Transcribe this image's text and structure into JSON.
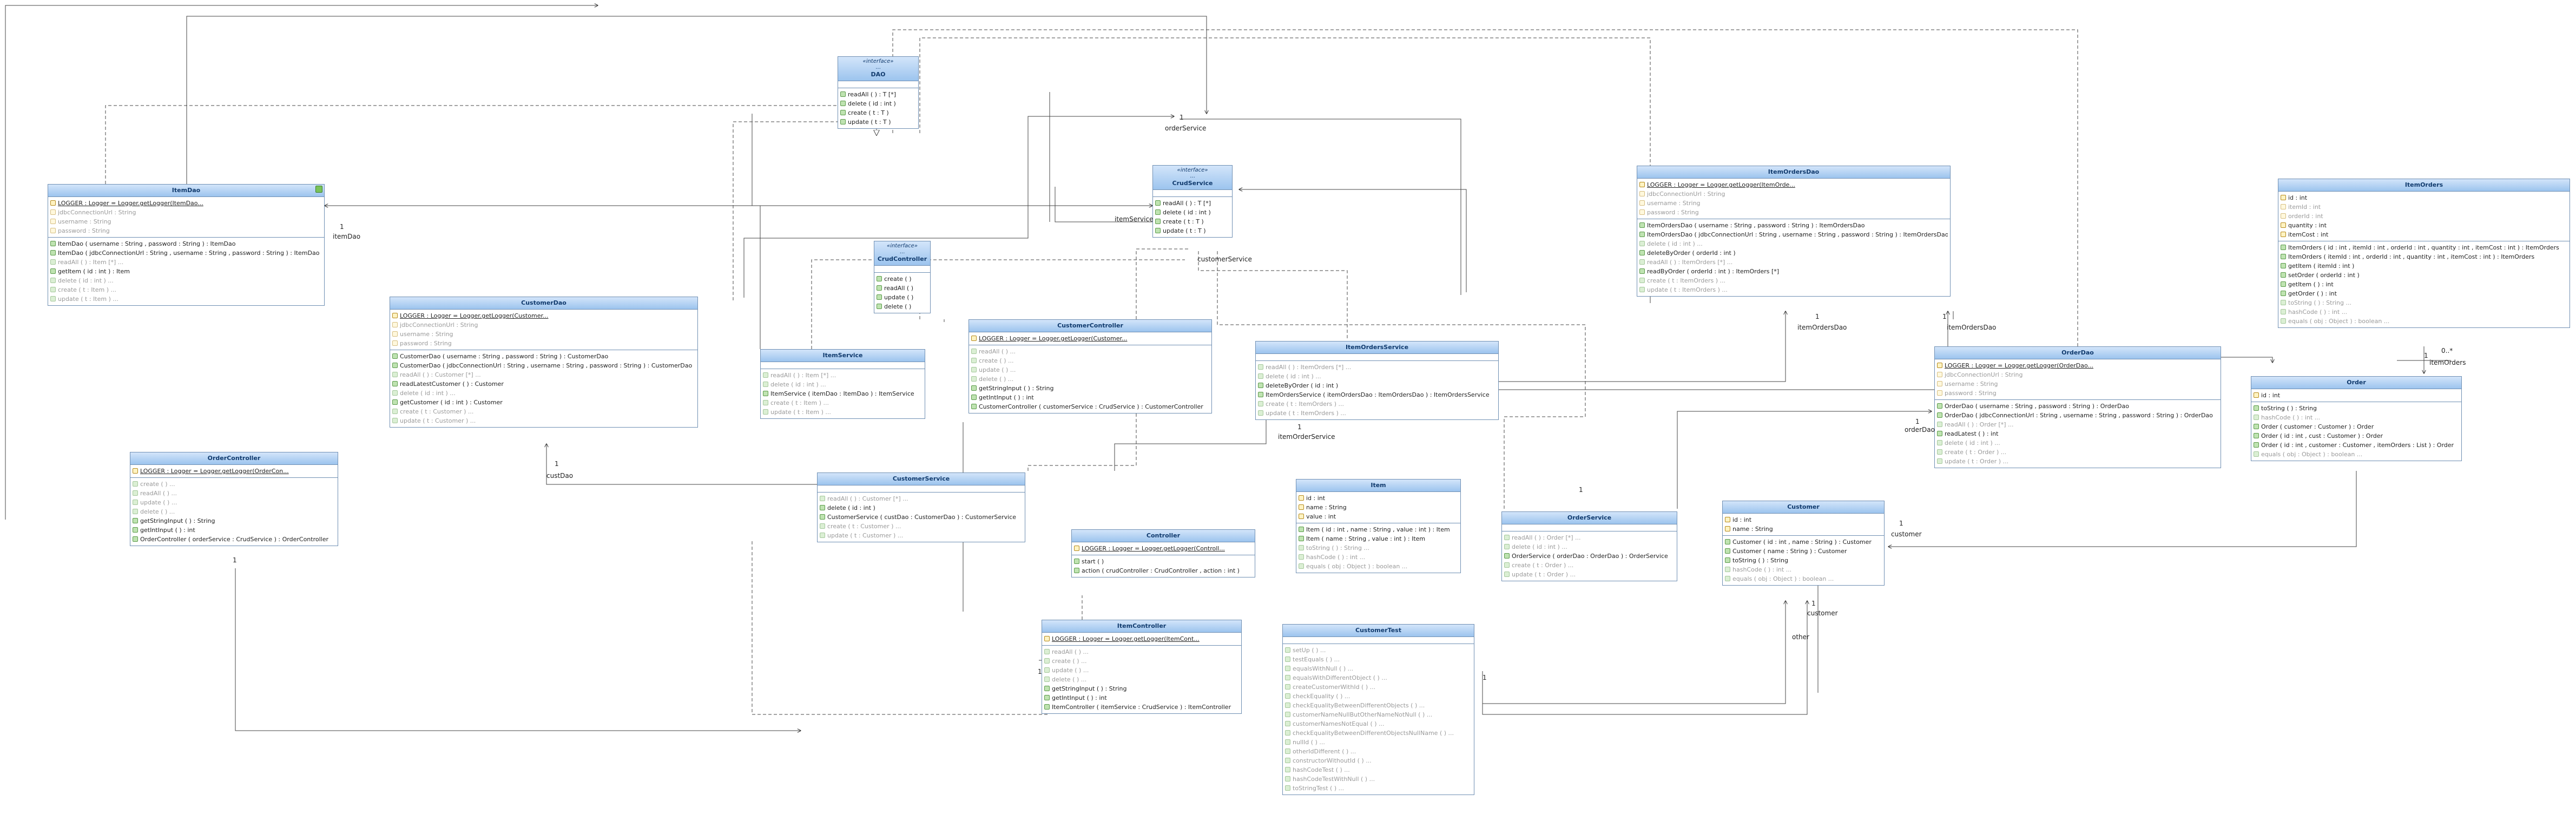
{
  "classes": {
    "dao": {
      "stereotype": "«interface»",
      "dots": "...",
      "name": "DAO",
      "attrs": [],
      "methods": [
        {
          "t": "readAll ( ) : T [*]",
          "d": false
        },
        {
          "t": "delete ( id : int )",
          "d": false
        },
        {
          "t": "create ( t : T )",
          "d": false
        },
        {
          "t": "update ( t : T )",
          "d": false
        }
      ]
    },
    "crudservice": {
      "stereotype": "«interface»",
      "dots": "...",
      "name": "CrudService",
      "attrs": [],
      "methods": [
        {
          "t": "readAll ( ) : T [*]",
          "d": false
        },
        {
          "t": "delete ( id : int )",
          "d": false
        },
        {
          "t": "create ( t : T )",
          "d": false
        },
        {
          "t": "update ( t : T )",
          "d": false
        }
      ]
    },
    "crudcontroller": {
      "stereotype": "«interface»",
      "dots": "...",
      "name": "CrudController",
      "attrs": [],
      "methods": [
        {
          "t": "create ( )",
          "d": false
        },
        {
          "t": "readAll ( )",
          "d": false
        },
        {
          "t": "update ( )",
          "d": false
        },
        {
          "t": "delete ( )",
          "d": false
        }
      ]
    },
    "itemdao": {
      "stereotype": "",
      "dots": "",
      "name": "ItemDao",
      "attrs": [
        {
          "t": "LOGGER : Logger = Logger.getLogger(ItemDao...",
          "d": false,
          "s": true
        },
        {
          "t": "jdbcConnectionUrl : String",
          "d": true
        },
        {
          "t": "username : String",
          "d": true
        },
        {
          "t": "password : String",
          "d": true
        }
      ],
      "methods": [
        {
          "t": "ItemDao ( username : String , password : String ) : ItemDao",
          "d": false
        },
        {
          "t": "ItemDao ( jdbcConnectionUrl : String , username : String , password : String ) : ItemDao",
          "d": false
        },
        {
          "t": "readAll ( ) : Item [*] ...",
          "d": true
        },
        {
          "t": "getItem ( id : int ) : Item",
          "d": false
        },
        {
          "t": "delete ( id : int ) ...",
          "d": true
        },
        {
          "t": "create ( t : Item ) ...",
          "d": true
        },
        {
          "t": "update ( t : Item ) ...",
          "d": true
        }
      ]
    },
    "customerdao": {
      "stereotype": "",
      "dots": "",
      "name": "CustomerDao",
      "attrs": [
        {
          "t": "LOGGER : Logger = Logger.getLogger(Customer...",
          "d": false,
          "s": true
        },
        {
          "t": "jdbcConnectionUrl : String",
          "d": true
        },
        {
          "t": "username : String",
          "d": true
        },
        {
          "t": "password : String",
          "d": true
        }
      ],
      "methods": [
        {
          "t": "CustomerDao ( username : String , password : String ) : CustomerDao",
          "d": false
        },
        {
          "t": "CustomerDao ( jdbcConnectionUrl : String , username : String , password : String ) : CustomerDao",
          "d": false
        },
        {
          "t": "readAll ( ) : Customer [*] ...",
          "d": true
        },
        {
          "t": "readLatestCustomer ( ) : Customer",
          "d": false
        },
        {
          "t": "delete ( id : int ) ...",
          "d": true
        },
        {
          "t": "getCustomer ( id : int ) : Customer",
          "d": false
        },
        {
          "t": "create ( t : Customer ) ...",
          "d": true
        },
        {
          "t": "update ( t : Customer ) ...",
          "d": true
        }
      ]
    },
    "ordercontroller": {
      "stereotype": "",
      "dots": "",
      "name": "OrderController",
      "attrs": [
        {
          "t": "LOGGER : Logger = Logger.getLogger(OrderCon...",
          "d": false,
          "s": true
        }
      ],
      "methods": [
        {
          "t": "create ( ) ...",
          "d": true
        },
        {
          "t": "readAll ( ) ...",
          "d": true
        },
        {
          "t": "update ( ) ...",
          "d": true
        },
        {
          "t": "delete ( ) ...",
          "d": true
        },
        {
          "t": "getStringInput ( ) : String",
          "d": false
        },
        {
          "t": "getIntInput ( ) : int",
          "d": false
        },
        {
          "t": "OrderController ( orderService : CrudService ) : OrderController",
          "d": false
        }
      ]
    },
    "itemservice": {
      "stereotype": "",
      "dots": "",
      "name": "ItemService",
      "attrs": [],
      "methods": [
        {
          "t": "readAll ( ) : Item [*] ...",
          "d": true
        },
        {
          "t": "delete ( id : int ) ...",
          "d": true
        },
        {
          "t": "ItemService ( itemDao : ItemDao ) : ItemService",
          "d": false
        },
        {
          "t": "create ( t : Item ) ...",
          "d": true
        },
        {
          "t": "update ( t : Item ) ...",
          "d": true
        }
      ]
    },
    "customercontroller": {
      "stereotype": "",
      "dots": "",
      "name": "CustomerController",
      "attrs": [
        {
          "t": "LOGGER : Logger = Logger.getLogger(Customer...",
          "d": false,
          "s": true
        }
      ],
      "methods": [
        {
          "t": "readAll ( ) ...",
          "d": true
        },
        {
          "t": "create ( ) ...",
          "d": true
        },
        {
          "t": "update ( ) ...",
          "d": true
        },
        {
          "t": "delete ( ) ...",
          "d": true
        },
        {
          "t": "getStringInput ( ) : String",
          "d": false
        },
        {
          "t": "getIntInput ( ) : int",
          "d": false
        },
        {
          "t": "CustomerController ( customerService : CrudService ) : CustomerController",
          "d": false
        }
      ]
    },
    "customerservice": {
      "stereotype": "",
      "dots": "",
      "name": "CustomerService",
      "attrs": [],
      "methods": [
        {
          "t": "readAll ( ) : Customer [*] ...",
          "d": true
        },
        {
          "t": "delete ( id : int )",
          "d": false
        },
        {
          "t": "CustomerService ( custDao : CustomerDao ) : CustomerService",
          "d": false
        },
        {
          "t": "create ( t : Customer ) ...",
          "d": true
        },
        {
          "t": "update ( t : Customer ) ...",
          "d": true
        }
      ]
    },
    "controller": {
      "stereotype": "",
      "dots": "",
      "name": "Controller",
      "attrs": [
        {
          "t": "LOGGER : Logger = Logger.getLogger(Controll...",
          "d": false,
          "s": true
        }
      ],
      "methods": [
        {
          "t": "start ( )",
          "d": false
        },
        {
          "t": "action ( crudController : CrudController , action : int )",
          "d": false
        }
      ]
    },
    "itemcontroller": {
      "stereotype": "",
      "dots": "",
      "name": "ItemController",
      "attrs": [
        {
          "t": "LOGGER : Logger = Logger.getLogger(ItemCont...",
          "d": false,
          "s": true
        }
      ],
      "methods": [
        {
          "t": "readAll ( ) ...",
          "d": true
        },
        {
          "t": "create ( ) ...",
          "d": true
        },
        {
          "t": "update ( ) ...",
          "d": true
        },
        {
          "t": "delete ( ) ...",
          "d": true
        },
        {
          "t": "getStringInput ( ) : String",
          "d": false
        },
        {
          "t": "getIntInput ( ) : int",
          "d": false
        },
        {
          "t": "ItemController ( itemService : CrudService ) : ItemController",
          "d": false
        }
      ]
    },
    "itemordersservice": {
      "stereotype": "",
      "dots": "",
      "name": "ItemOrdersService",
      "attrs": [],
      "methods": [
        {
          "t": "readAll ( ) : ItemOrders [*] ...",
          "d": true
        },
        {
          "t": "delete ( id : int ) ...",
          "d": true
        },
        {
          "t": "deleteByOrder ( id : int )",
          "d": false
        },
        {
          "t": "ItemOrdersService ( itemOrdersDao : ItemOrdersDao ) : ItemOrdersService",
          "d": false
        },
        {
          "t": "create ( t : ItemOrders ) ...",
          "d": true
        },
        {
          "t": "update ( t : ItemOrders ) ...",
          "d": true
        }
      ]
    },
    "item": {
      "stereotype": "",
      "dots": "",
      "name": "Item",
      "attrs": [
        {
          "t": "id : int",
          "d": false,
          "f": true
        },
        {
          "t": "name : String",
          "d": false,
          "f": true
        },
        {
          "t": "value : int",
          "d": false,
          "f": true
        }
      ],
      "methods": [
        {
          "t": "Item ( id : int , name : String , value : int ) : Item",
          "d": false
        },
        {
          "t": "Item ( name : String , value : int ) : Item",
          "d": false
        },
        {
          "t": "toString ( ) : String ...",
          "d": true
        },
        {
          "t": "hashCode ( ) : int ...",
          "d": true
        },
        {
          "t": "equals ( obj : Object ) : boolean ...",
          "d": true
        }
      ]
    },
    "customertest": {
      "stereotype": "",
      "dots": "",
      "name": "CustomerTest",
      "attrs": [],
      "methods": [
        {
          "t": "setUp ( ) ...",
          "d": true
        },
        {
          "t": "testEquals ( ) ...",
          "d": true
        },
        {
          "t": "equalsWithNull ( ) ...",
          "d": true
        },
        {
          "t": "equalsWithDifferentObject ( ) ...",
          "d": true
        },
        {
          "t": "createCustomerWithId ( ) ...",
          "d": true
        },
        {
          "t": "checkEquality ( ) ...",
          "d": true
        },
        {
          "t": "checkEqualityBetweenDifferentObjects ( ) ...",
          "d": true
        },
        {
          "t": "customerNameNullButOtherNameNotNull ( ) ...",
          "d": true
        },
        {
          "t": "customerNamesNotEqual ( ) ...",
          "d": true
        },
        {
          "t": "checkEqualityBetweenDifferentObjectsNullName ( ) ...",
          "d": true
        },
        {
          "t": "nullId ( ) ...",
          "d": true
        },
        {
          "t": "otherIdDifferent ( ) ...",
          "d": true
        },
        {
          "t": "constructorWithoutId ( ) ...",
          "d": true
        },
        {
          "t": "hashCodeTest ( ) ...",
          "d": true
        },
        {
          "t": "hashCodeTestWithNull ( ) ...",
          "d": true
        },
        {
          "t": "toStringTest ( ) ...",
          "d": true
        }
      ]
    },
    "itemordersdao": {
      "stereotype": "",
      "dots": "",
      "name": "ItemOrdersDao",
      "attrs": [
        {
          "t": "LOGGER : Logger = Logger.getLogger(ItemOrde...",
          "d": false,
          "s": true
        },
        {
          "t": "jdbcConnectionUrl : String",
          "d": true
        },
        {
          "t": "username : String",
          "d": true
        },
        {
          "t": "password : String",
          "d": true
        }
      ],
      "methods": [
        {
          "t": "ItemOrdersDao ( username : String , password : String ) : ItemOrdersDao",
          "d": false
        },
        {
          "t": "ItemOrdersDao ( jdbcConnectionUrl : String , username : String , password : String ) : ItemOrdersDao",
          "d": false
        },
        {
          "t": "delete ( id : int ) ...",
          "d": true
        },
        {
          "t": "deleteByOrder ( orderId : int )",
          "d": false
        },
        {
          "t": "readAll ( ) : ItemOrders [*] ...",
          "d": true
        },
        {
          "t": "readByOrder ( orderId : int ) : ItemOrders [*]",
          "d": false
        },
        {
          "t": "create ( t : ItemOrders ) ...",
          "d": true
        },
        {
          "t": "update ( t : ItemOrders ) ...",
          "d": true
        }
      ]
    },
    "orderservice": {
      "stereotype": "",
      "dots": "",
      "name": "OrderService",
      "attrs": [],
      "methods": [
        {
          "t": "readAll ( ) : Order [*] ...",
          "d": true
        },
        {
          "t": "delete ( id : int ) ...",
          "d": true
        },
        {
          "t": "OrderService ( orderDao : OrderDao ) : OrderService",
          "d": false
        },
        {
          "t": "create ( t : Order ) ...",
          "d": true
        },
        {
          "t": "update ( t : Order ) ...",
          "d": true
        }
      ]
    },
    "customer": {
      "stereotype": "",
      "dots": "",
      "name": "Customer",
      "attrs": [
        {
          "t": "id : int",
          "d": false,
          "f": true
        },
        {
          "t": "name : String",
          "d": false,
          "f": true
        }
      ],
      "methods": [
        {
          "t": "Customer ( id : int , name : String ) : Customer",
          "d": false
        },
        {
          "t": "Customer ( name : String ) : Customer",
          "d": false
        },
        {
          "t": "toString ( ) : String",
          "d": false
        },
        {
          "t": "hashCode ( ) : int ...",
          "d": true
        },
        {
          "t": "equals ( obj : Object ) : boolean ...",
          "d": true
        }
      ]
    },
    "orderdao": {
      "stereotype": "",
      "dots": "",
      "name": "OrderDao",
      "attrs": [
        {
          "t": "LOGGER : Logger = Logger.getLogger(OrderDao...",
          "d": false,
          "s": true
        },
        {
          "t": "jdbcConnectionUrl : String",
          "d": true
        },
        {
          "t": "username : String",
          "d": true
        },
        {
          "t": "password : String",
          "d": true
        }
      ],
      "methods": [
        {
          "t": "OrderDao ( username : String , password : String ) : OrderDao",
          "d": false
        },
        {
          "t": "OrderDao ( jdbcConnectionUrl : String , username : String , password : String ) : OrderDao",
          "d": false
        },
        {
          "t": "readAll ( ) : Order [*] ...",
          "d": true
        },
        {
          "t": "readLatest ( ) : int",
          "d": false
        },
        {
          "t": "delete ( id : int ) ...",
          "d": true
        },
        {
          "t": "create ( t : Order ) ...",
          "d": true
        },
        {
          "t": "update ( t : Order ) ...",
          "d": true
        }
      ]
    },
    "itemorders": {
      "stereotype": "",
      "dots": "",
      "name": "ItemOrders",
      "attrs": [
        {
          "t": "id : int",
          "d": false,
          "f": true
        },
        {
          "t": "itemId : int",
          "d": true,
          "f": true
        },
        {
          "t": "orderId : int",
          "d": true,
          "f": true
        },
        {
          "t": "quantity : int",
          "d": false,
          "f": true
        },
        {
          "t": "itemCost : int",
          "d": false,
          "f": true
        }
      ],
      "methods": [
        {
          "t": "ItemOrders ( id : int , itemId : int , orderId : int , quantity : int , itemCost : int ) : ItemOrders",
          "d": false
        },
        {
          "t": "ItemOrders ( itemId : int , orderId : int , quantity : int , itemCost : int ) : ItemOrders",
          "d": false
        },
        {
          "t": "getItem ( itemId : int )",
          "d": false
        },
        {
          "t": "setOrder ( orderId : int )",
          "d": false
        },
        {
          "t": "getItem ( ) : int",
          "d": false
        },
        {
          "t": "getOrder ( ) : int",
          "d": false
        },
        {
          "t": "toString ( ) : String ...",
          "d": true
        },
        {
          "t": "hashCode ( ) : int ...",
          "d": true
        },
        {
          "t": "equals ( obj : Object ) : boolean ...",
          "d": true
        }
      ]
    },
    "order": {
      "stereotype": "",
      "dots": "",
      "name": "Order",
      "attrs": [
        {
          "t": "id : int",
          "d": false,
          "f": true
        }
      ],
      "methods": [
        {
          "t": "toString ( ) : String",
          "d": false
        },
        {
          "t": "hashCode ( ) : int ...",
          "d": true
        },
        {
          "t": "Order ( customer : Customer ) : Order",
          "d": false
        },
        {
          "t": "Order ( id : int , cust : Customer ) : Order",
          "d": false
        },
        {
          "t": "Order ( id : int , customer : Customer , itemOrders : List ) : Order",
          "d": false
        },
        {
          "t": "equals ( obj : Object ) : boolean ...",
          "d": true
        }
      ]
    }
  },
  "labels": {
    "itemdao_mult": "1",
    "itemdao_role": "itemDao",
    "orderservice_mult": "1",
    "orderservice_role": "orderService",
    "itemservice_role": "itemService",
    "customerservice_role": "customerService",
    "custdao_mult": "1",
    "custdao_role": "custDao",
    "itemordersdao_mult": "1",
    "itemordersdao_role": "itemOrdersDao",
    "itemordersdao2_mult": "1",
    "itemordersdao2_role": "itemOrdersDao",
    "itemorderservice_mult": "1",
    "itemorderservice_role": "itemOrderService",
    "orderdao_mult": "1",
    "orderdao_role": "orderDao",
    "customer_mult": "1",
    "customer_role": "customer",
    "customer2_mult": "1",
    "customer2_role": "customer",
    "itemorders_mult": "0..*",
    "itemorders_role": "itemOrders",
    "other_role": "other",
    "ordercontroller_mult": "1",
    "itemcontroller_mult": "1",
    "customercontroller_mult": "1",
    "orderservice2_mult": "1",
    "itemorders2_mult": "1"
  }
}
